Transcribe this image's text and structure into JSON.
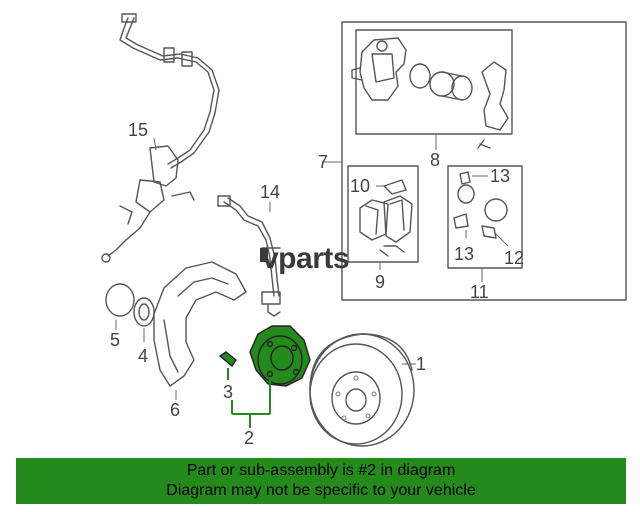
{
  "watermark": "vparts",
  "callouts": {
    "n1": "1",
    "n2": "2",
    "n3": "3",
    "n4": "4",
    "n5": "5",
    "n6": "6",
    "n7": "7",
    "n8": "8",
    "n9": "9",
    "n10": "10",
    "n11": "11",
    "n12": "12",
    "n13a": "13",
    "n13b": "13",
    "n14": "14",
    "n15": "15"
  },
  "banner": {
    "line1": "Part or sub-assembly is #2 in diagram",
    "line2": "Diagram may not be specific to your vehicle"
  },
  "colors": {
    "highlight": "#238a1b",
    "banner": "#238a1b",
    "linework": "#555555"
  }
}
